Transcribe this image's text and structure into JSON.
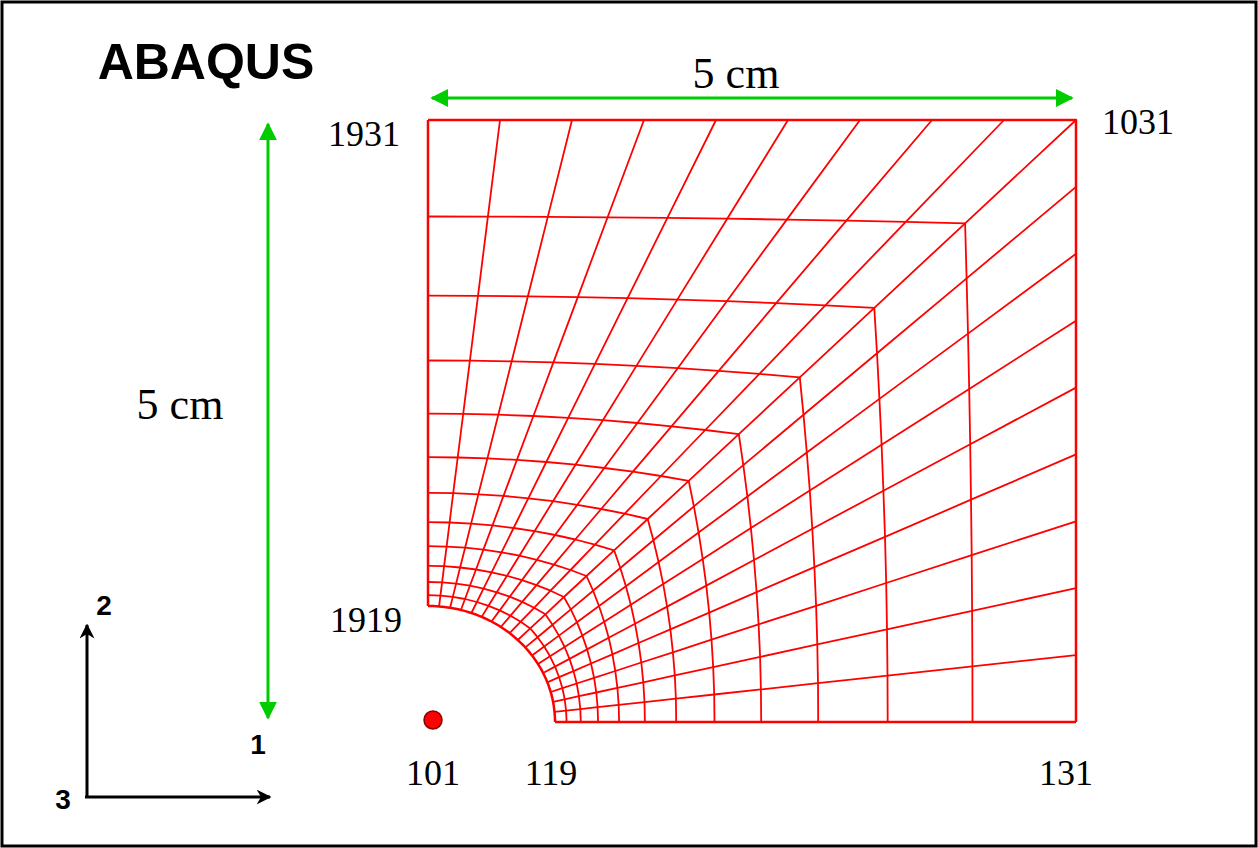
{
  "diagram": {
    "labels": [
      "ABAQUS",
      "5 cm",
      "5 cm",
      "1931",
      "1031",
      "1919",
      "101",
      "119",
      "131",
      "2",
      "1",
      "3"
    ]
  }
}
